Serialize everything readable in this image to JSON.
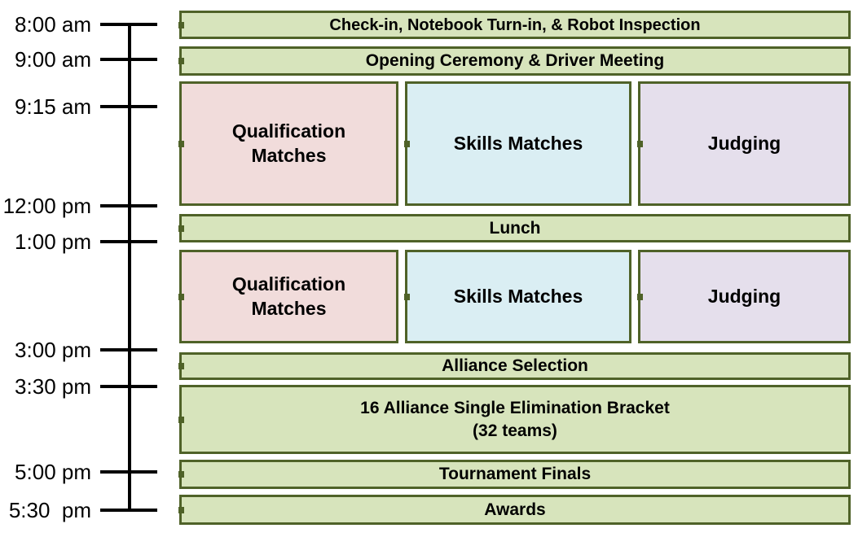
{
  "colors": {
    "green_fill": "#d7e4bc",
    "pink_fill": "#f1dcdb",
    "blue_fill": "#daeef3",
    "purple_fill": "#e5dfec",
    "border_color": "#4f6228",
    "line_color": "#000000"
  },
  "timeline": {
    "times": [
      "8:00 am",
      "9:00 am",
      "9:15 am",
      "12:00 pm",
      "1:00 pm",
      "3:00 pm",
      "3:30 pm",
      "5:00 pm",
      "5:30  pm"
    ]
  },
  "events": {
    "checkin": "Check-in, Notebook Turn-in, & Robot Inspection",
    "opening": "Opening Ceremony & Driver Meeting",
    "qualification_am": "Qualification\nMatches",
    "skills_am": "Skills Matches",
    "judging_am": "Judging",
    "lunch": "Lunch",
    "qualification_pm": "Qualification\nMatches",
    "skills_pm": "Skills Matches",
    "judging_pm": "Judging",
    "alliance_selection": "Alliance Selection",
    "bracket_line1": "16 Alliance Single Elimination Bracket",
    "bracket_line2": "(32 teams)",
    "tournament_finals": "Tournament Finals",
    "awards": "Awards"
  }
}
